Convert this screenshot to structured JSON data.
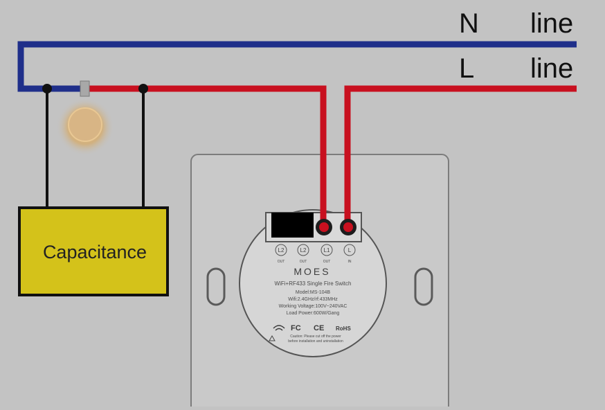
{
  "labels": {
    "n_letter": "N",
    "n_word": "line",
    "l_letter": "L",
    "l_word": "line",
    "load": "Capacitance"
  },
  "module": {
    "terminals": [
      "L2",
      "L2",
      "L1",
      "L"
    ],
    "terminal_sub": [
      "OUT",
      "OUT",
      "OUT",
      "IN"
    ],
    "brand": "MOES",
    "spec_lines": [
      "WiFi+RF433 Single Fire Switch",
      "Model:MS-104B",
      "Wifi:2.4GHz/rf:433MHz",
      "Working Voltage:100V~240VAC",
      "Load Power:600W/Gang"
    ],
    "cert_marks": [
      "FC",
      "CE",
      "RoHS"
    ],
    "warning_lines": [
      "Caution: Please cut off the power",
      "before installation and uninstallation"
    ]
  },
  "colors": {
    "background": "#c3c3c3",
    "neutral_wire": "#1f2f8a",
    "live_wire": "#c8101f",
    "capacitance_fill": "#d4c21a",
    "redaction": "#000000"
  }
}
